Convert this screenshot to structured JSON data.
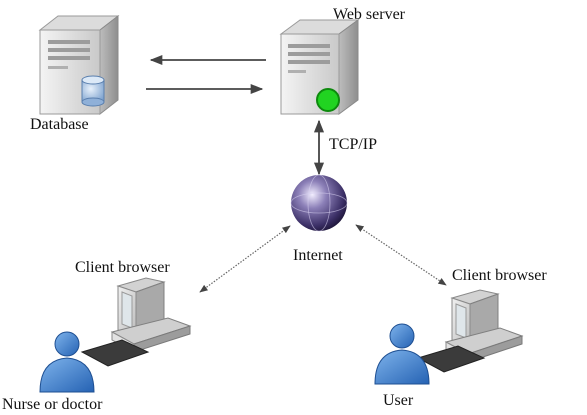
{
  "nodes": {
    "web_server": "Web server",
    "database": "Database",
    "internet": "Internet",
    "client_browser_left": "Client browser",
    "client_browser_right": "Client browser",
    "nurse_or_doctor": "Nurse or doctor",
    "user": "User"
  },
  "edges": {
    "protocol_label": "TCP/IP"
  },
  "colors": {
    "server_body": "#e6e6e6",
    "server_status_light": "#21d321",
    "person_blue": "#3a7fd0",
    "arrow": "#555555",
    "globe": "#4a3f78"
  }
}
